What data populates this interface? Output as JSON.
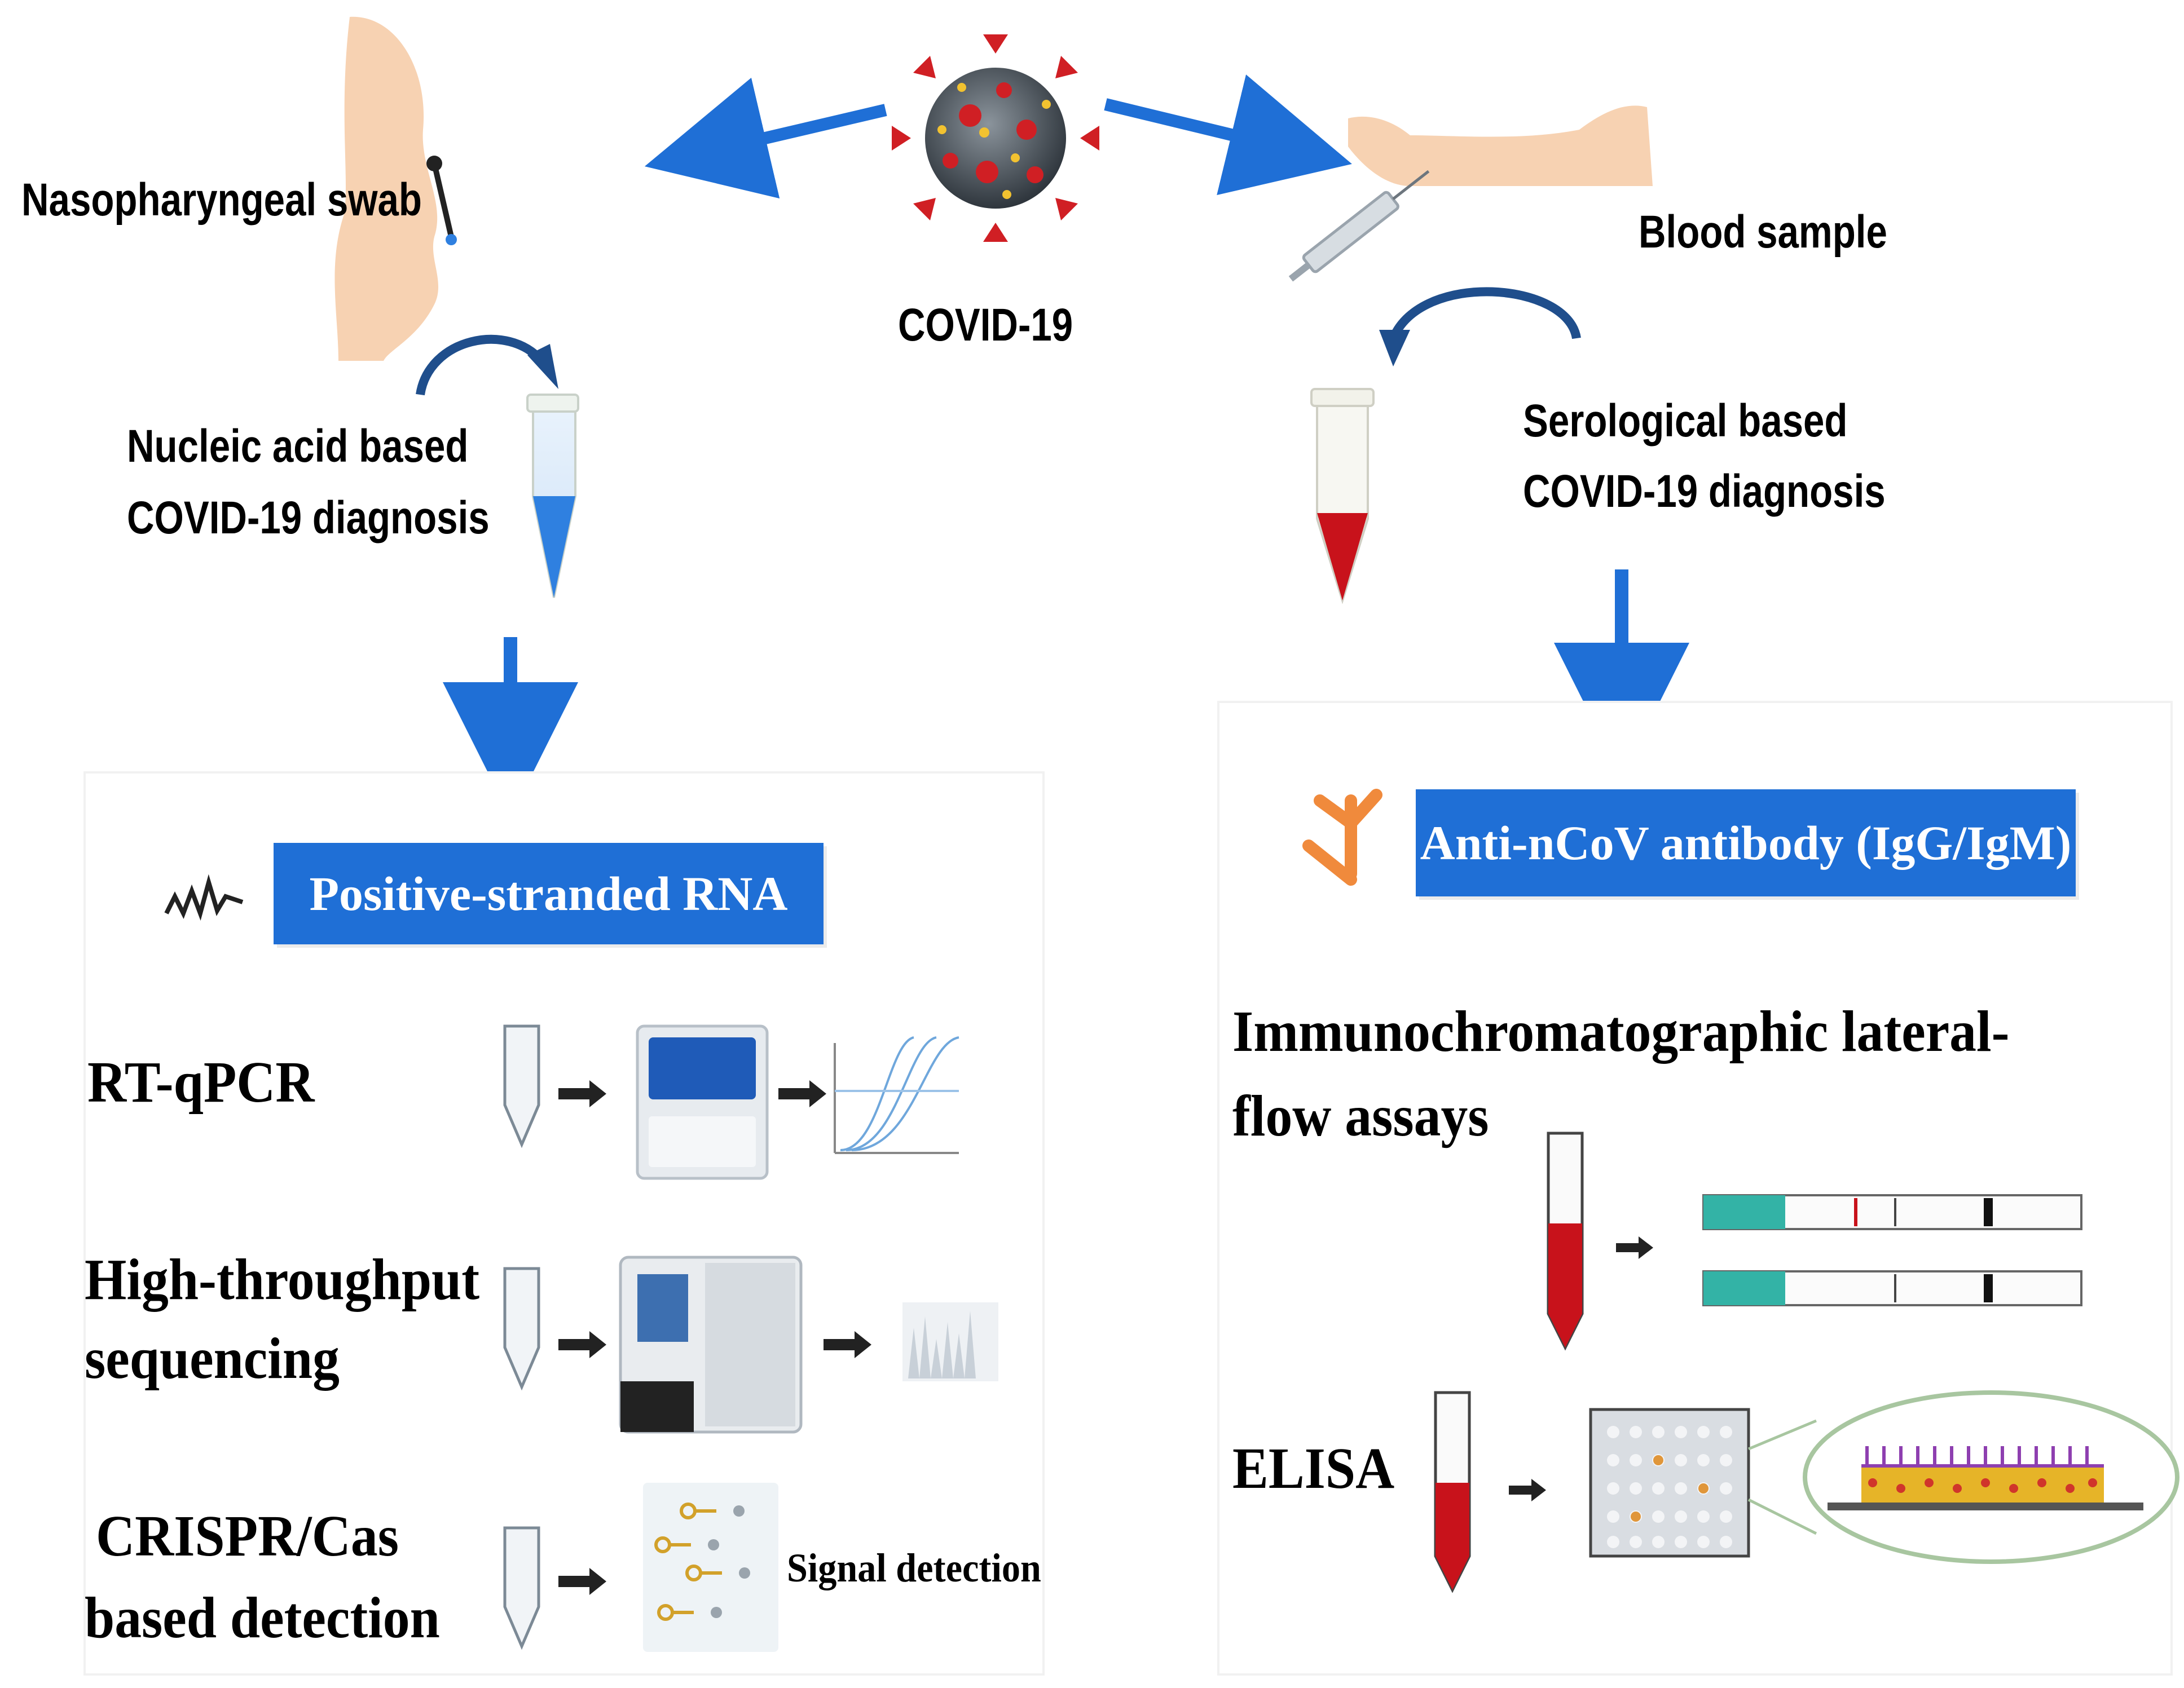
{
  "center": {
    "label": "COVID-19"
  },
  "left": {
    "sample_label": "Nasopharyngeal swab",
    "method_line1": "Nucleic acid based",
    "method_line2": "COVID-19 diagnosis",
    "banner": "Positive-stranded RNA",
    "rows": [
      {
        "line1": "RT-qPCR",
        "line2": ""
      },
      {
        "line1": "High-throughput",
        "line2": "sequencing"
      },
      {
        "line1": "CRISPR/Cas",
        "line2": "based detection"
      }
    ],
    "crispr_result": "Signal detection"
  },
  "right": {
    "sample_label": "Blood sample",
    "method_line1": "Serological based",
    "method_line2": "COVID-19 diagnosis",
    "banner": "Anti-nCoV antibody (IgG/IgM)",
    "lfa_line1": "Immunochromatographic lateral-",
    "lfa_line2": "flow assays",
    "elisa": "ELISA"
  },
  "colors": {
    "arrow": "#1f6fd6",
    "banner": "#1f6fd6",
    "blood": "#c8121b",
    "sample_blue": "#2f80e0",
    "virus_spike": "#d01f24",
    "antibody": "#f08a3c",
    "strip_teal": "#33b3a6",
    "skin": "#f7d2b2"
  },
  "icons": [
    "virus-icon",
    "swab-head-icon",
    "arm-syringe-icon",
    "curved-arrow-icon",
    "tube-icon",
    "rna-squiggle-icon",
    "antibody-icon",
    "pcr-machine-icon",
    "sequencer-icon",
    "amplification-curve-icon",
    "crispr-probe-icon",
    "test-strip-icon",
    "microplate-icon",
    "elisa-layer-icon"
  ]
}
